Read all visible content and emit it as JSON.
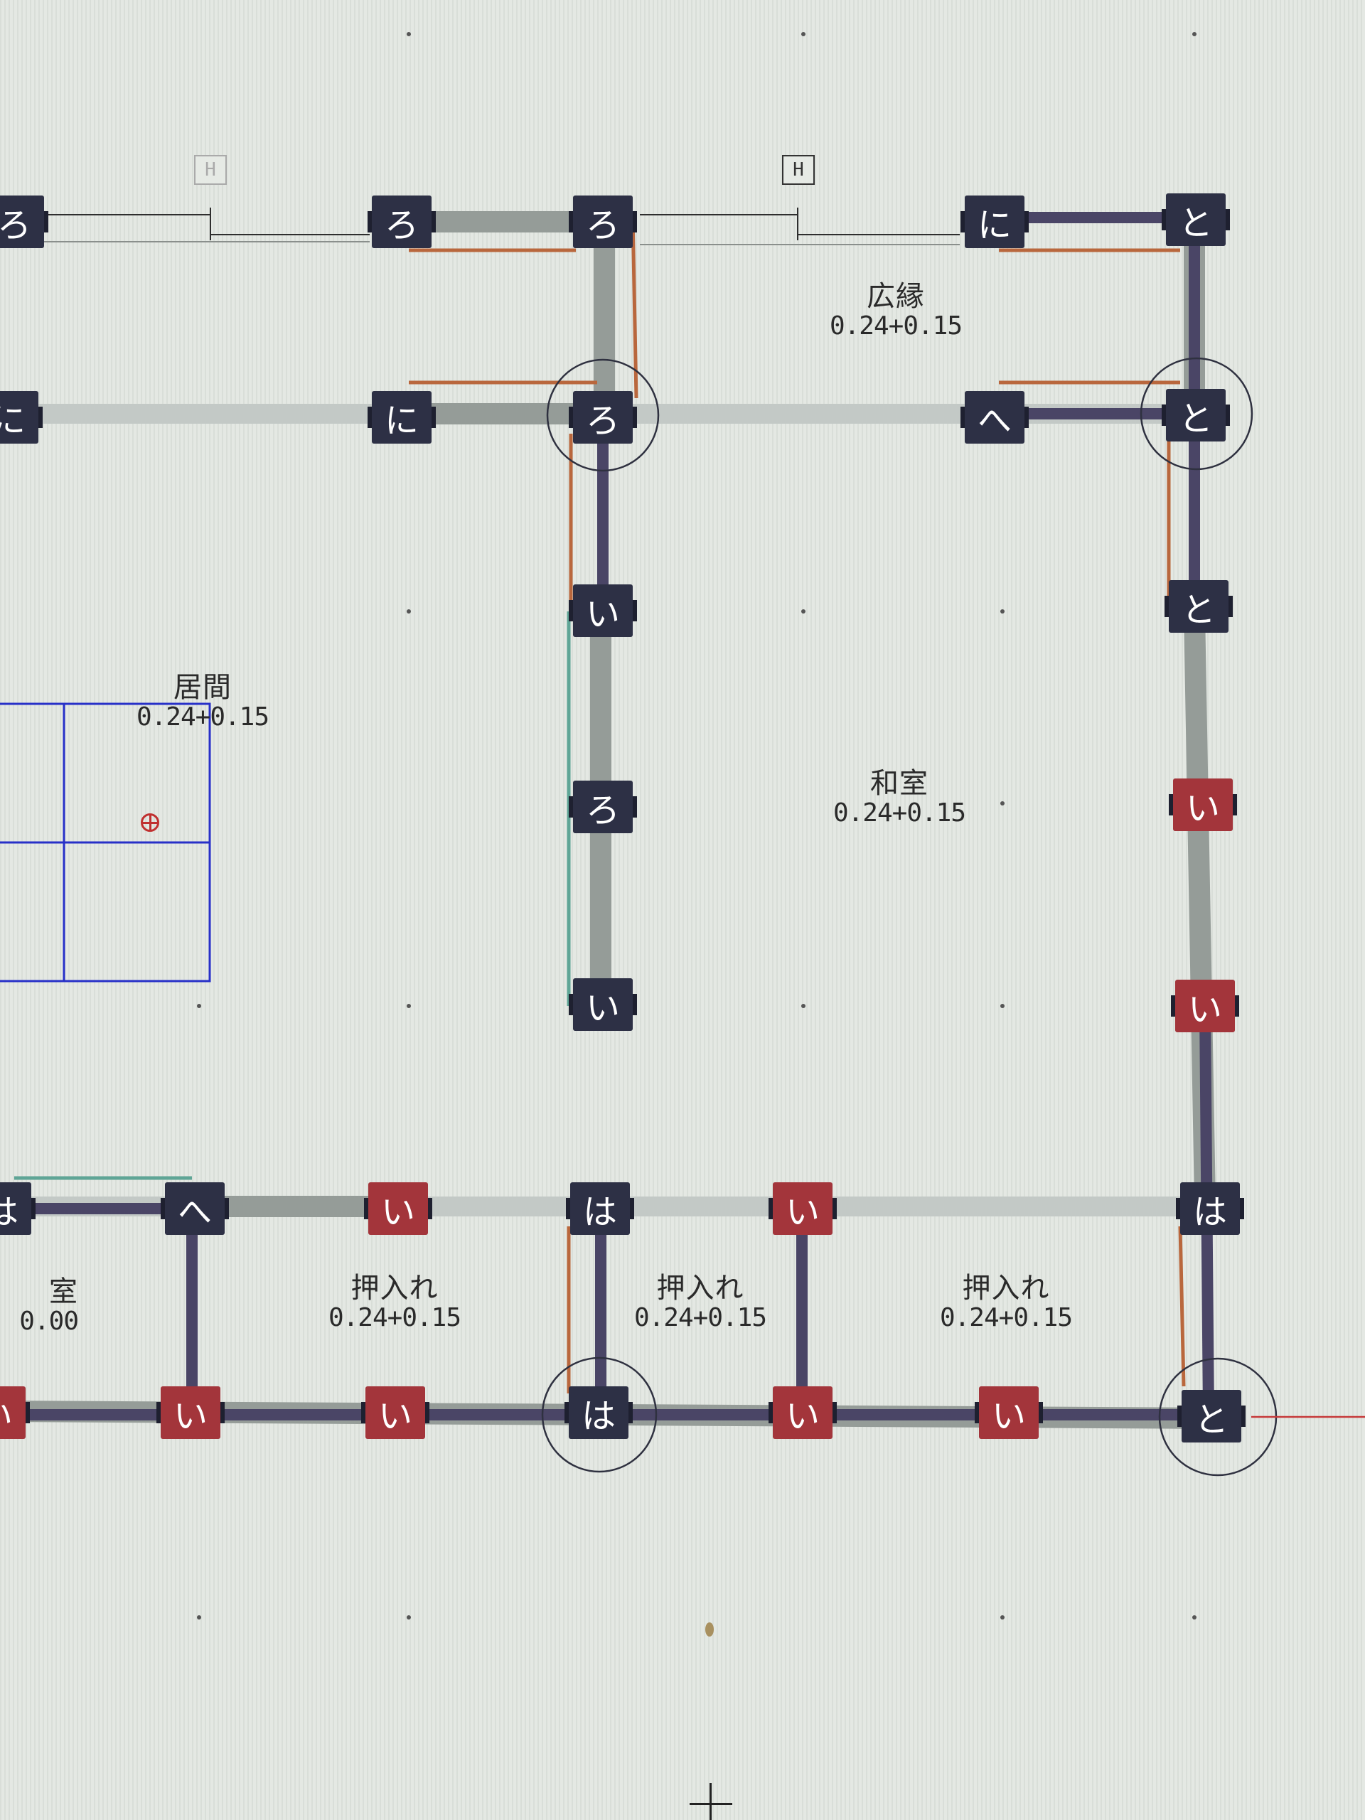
{
  "rooms": {
    "hiroen": {
      "name": "広縁",
      "value": "0.24+0.15"
    },
    "ima": {
      "name": "居間",
      "value": "0.24+0.15"
    },
    "washitsu": {
      "name": "和室",
      "value": "0.24+0.15"
    },
    "partial_room": {
      "name": "室",
      "value": "0.00"
    },
    "oshiire_1": {
      "name": "押入れ",
      "value": "0.24+0.15"
    },
    "oshiire_2": {
      "name": "押入れ",
      "value": "0.24+0.15"
    },
    "oshiire_3": {
      "name": "押入れ",
      "value": "0.24+0.15"
    }
  },
  "height_marks": {
    "h1": "H",
    "h2": "H"
  },
  "posts": {
    "p01": "ろ",
    "p02": "ろ",
    "p03": "ろ",
    "p04": "に",
    "p05": "と",
    "p06": "に",
    "p07": "に",
    "p08": "ろ",
    "p09": "へ",
    "p10": "と",
    "p11": "い",
    "p12": "と",
    "p13": "ろ",
    "p14": "い",
    "p15": "い",
    "p16": "い",
    "p17": "は",
    "p18": "へ",
    "p19": "い",
    "p20": "は",
    "p21": "い",
    "p22": "は",
    "p23": "い",
    "p24": "い",
    "p25": "は",
    "p26": "い",
    "p27": "い",
    "p28": "と"
  },
  "colors": {
    "background": "#e4e8e3",
    "post_dark": "#2d3045",
    "post_red": "#a3353b",
    "beam_purple": "#4a4566",
    "brace_orange": "#b9673d",
    "grid_blue": "#2730c8"
  }
}
